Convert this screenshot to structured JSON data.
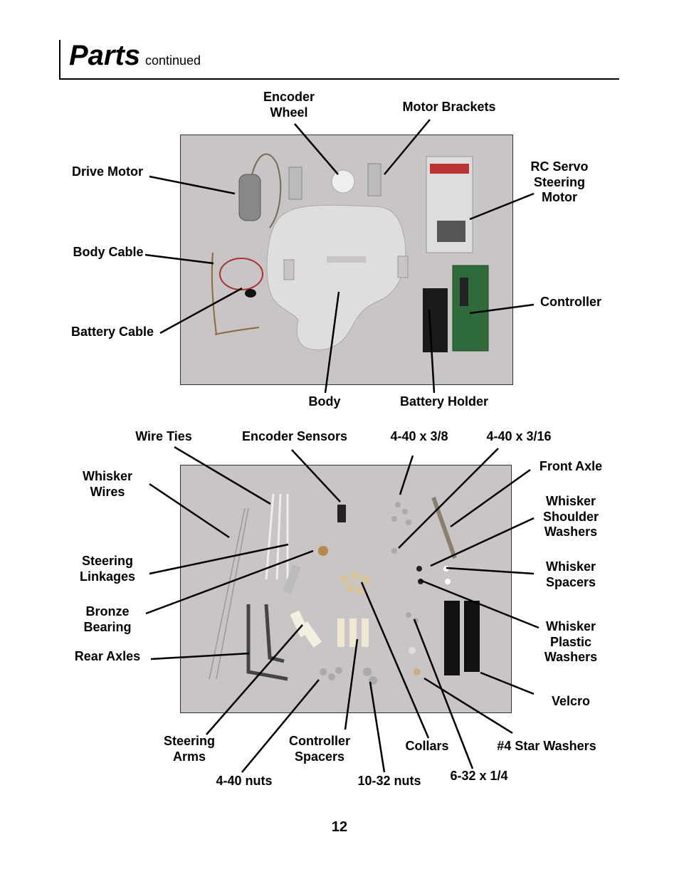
{
  "header": {
    "title": "Parts",
    "subtitle": "continued"
  },
  "top_photo": {
    "labels": {
      "encoder_wheel": "Encoder\nWheel",
      "motor_brackets": "Motor Brackets",
      "drive_motor": "Drive Motor",
      "rc_servo": "RC Servo\nSteering\nMotor",
      "body_cable": "Body Cable",
      "controller": "Controller",
      "battery_cable": "Battery Cable",
      "body": "Body",
      "battery_holder": "Battery Holder"
    }
  },
  "bottom_photo": {
    "labels": {
      "wire_ties": "Wire Ties",
      "encoder_sensors": "Encoder Sensors",
      "screw_4_40_3_8": "4-40 x 3/8",
      "screw_4_40_3_16": "4-40 x 3/16",
      "front_axle": "Front Axle",
      "whisker_wires": "Whisker\nWires",
      "whisker_shoulder_washers": "Whisker\nShoulder\nWashers",
      "whisker_spacers": "Whisker\nSpacers",
      "steering_linkages": "Steering\nLinkages",
      "bronze_bearing": "Bronze\nBearing",
      "whisker_plastic_washers": "Whisker\nPlastic\nWashers",
      "rear_axles": "Rear Axles",
      "velcro": "Velcro",
      "steering_arms": "Steering\nArms",
      "controller_spacers": "Controller\nSpacers",
      "collars": "Collars",
      "star_washers": "#4 Star Washers",
      "nuts_4_40": "4-40 nuts",
      "nuts_10_32": "10-32 nuts",
      "screw_6_32_1_4": "6-32 x 1/4"
    }
  },
  "page_number": "12"
}
